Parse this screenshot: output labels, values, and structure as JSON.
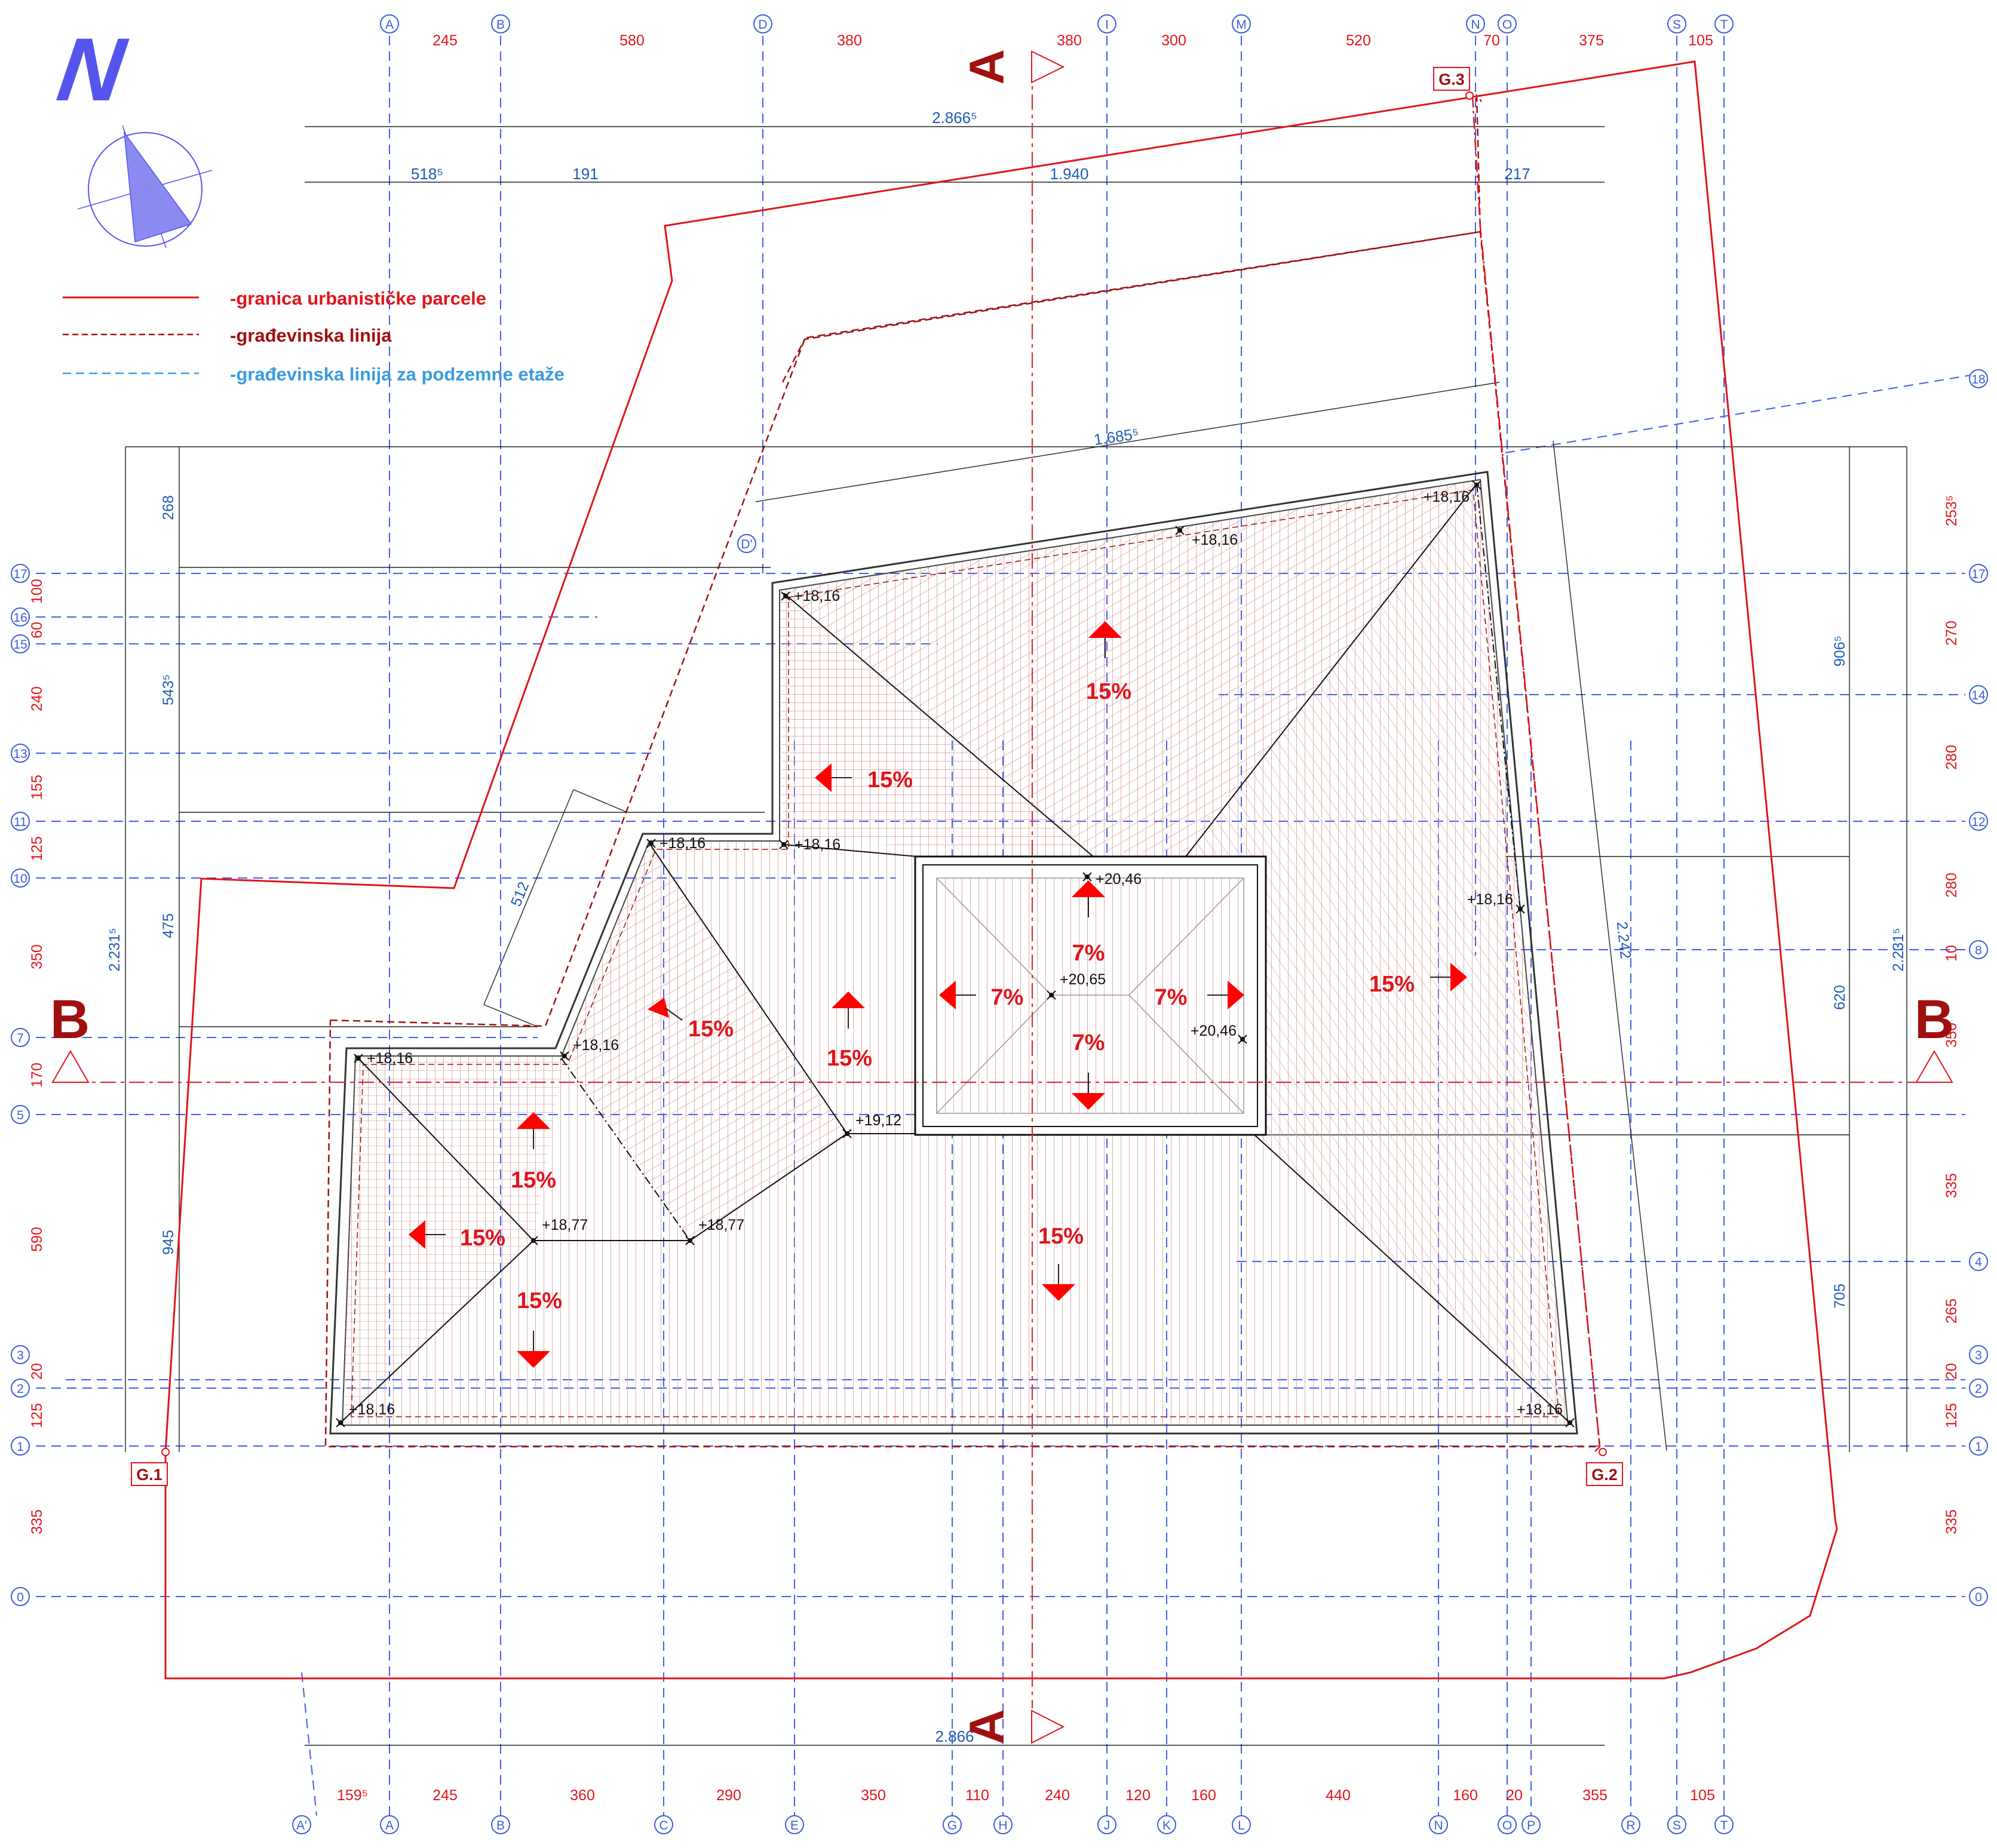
{
  "north": {
    "label": "N",
    "icon": "north-arrow-icon"
  },
  "legend": [
    {
      "text": "-granica urbanističke parcele",
      "style": "solid-red",
      "color": "#e0151b"
    },
    {
      "text": "-građevinska linija",
      "style": "dashed-darkred",
      "color": "#a01010"
    },
    {
      "text": "-građevinska linija za podzemne etaže",
      "style": "dashed-blue",
      "color": "#3a9be0"
    }
  ],
  "axes_top": [
    "A",
    "B",
    "D",
    "I",
    "M",
    "N",
    "O",
    "S",
    "T"
  ],
  "axes_bottom": [
    "A'",
    "A",
    "B",
    "C",
    "E",
    "G",
    "H",
    "J",
    "K",
    "L",
    "N",
    "O",
    "P",
    "R",
    "S",
    "T"
  ],
  "axes_left": [
    "17",
    "16",
    "15",
    "13",
    "11",
    "10",
    "7",
    "5",
    "3",
    "2",
    "1",
    "0"
  ],
  "axes_right": [
    "18",
    "17",
    "14",
    "12",
    "8",
    "4",
    "3",
    "2",
    "1",
    "0"
  ],
  "axis_d_prime": "D'",
  "dims_top_red": [
    "245",
    "580",
    "380",
    "380",
    "300",
    "520",
    "70",
    "375",
    "105"
  ],
  "dims_bottom_red": [
    "159⁵",
    "245",
    "360",
    "290",
    "350",
    "110",
    "240",
    "120",
    "160",
    "440",
    "160",
    "20",
    "355",
    "105"
  ],
  "dims_left_red": [
    "100",
    "60",
    "240",
    "155",
    "125",
    "350",
    "170",
    "590",
    "20",
    "125",
    "335"
  ],
  "dims_right_red": [
    "253⁵",
    "270",
    "280",
    "280",
    "10",
    "350",
    "335",
    "265",
    "20",
    "125",
    "335"
  ],
  "dims_blue": {
    "overall_top": "2.866⁵",
    "overall_bottom": "2.866",
    "top_sub": [
      "518⁵",
      "191",
      "1.940",
      "217"
    ],
    "mid": "1.685⁵",
    "left_outer": "2.231⁵",
    "left_inner": [
      "268",
      "543⁵",
      "475",
      "945"
    ],
    "right_outer": "2.231⁵",
    "right_inner": [
      "906⁵",
      "620",
      "705"
    ],
    "diag_512": "512",
    "diag_2242": "2.242"
  },
  "sections": {
    "a": "A",
    "b": "B"
  },
  "corners": [
    "G.1",
    "G.2",
    "G.3"
  ],
  "elevations": [
    "+18,16",
    "+18,77",
    "+19,12",
    "+20,46",
    "+20,65"
  ],
  "slopes": [
    "15%",
    "7%"
  ],
  "colors": {
    "plot_boundary": "#e0151b",
    "building_line": "#a01010",
    "underground_line": "#3a9be0",
    "grid_axis": "#3f5fe6",
    "dimension_text": "#1f5bb5",
    "slope_arrow": "#ff0000",
    "roof_hatch": "#d89a9a",
    "north_arrow": "#5555ee"
  }
}
